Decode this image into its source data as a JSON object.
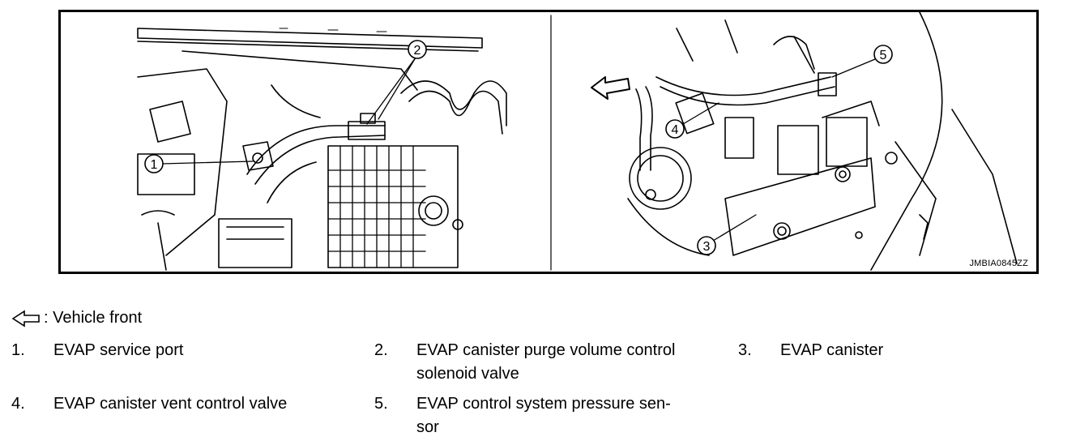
{
  "figure": {
    "code": "JMBIA0845ZZ",
    "callouts": [
      "1",
      "2",
      "3",
      "4",
      "5"
    ]
  },
  "legend": {
    "arrow_icon": "hollow-left-arrow-icon",
    "front_text": ": Vehicle front",
    "items": [
      {
        "num": "1.",
        "text": "EVAP service port"
      },
      {
        "num": "2.",
        "text_lines": [
          "EVAP canister purge volume control",
          "solenoid valve"
        ]
      },
      {
        "num": "3.",
        "text": "EVAP canister"
      },
      {
        "num": "4.",
        "text": "EVAP canister vent control valve"
      },
      {
        "num": "5.",
        "text_lines": [
          "EVAP control system pressure sen-",
          "sor"
        ]
      }
    ]
  }
}
